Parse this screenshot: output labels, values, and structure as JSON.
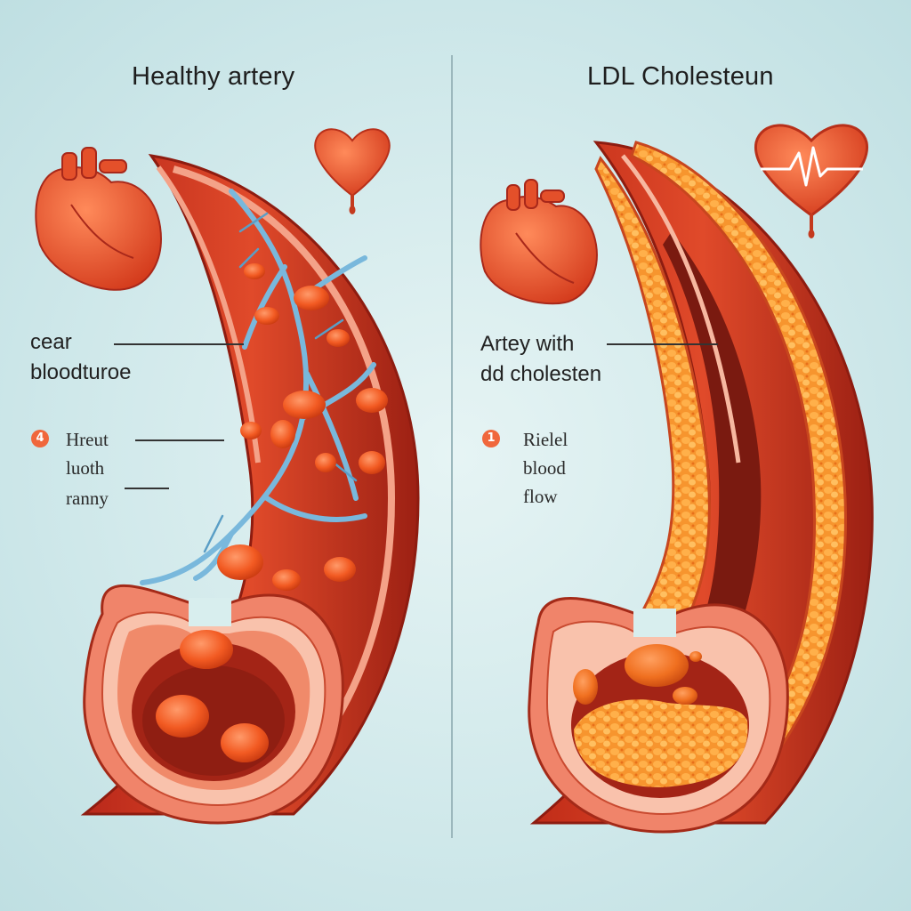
{
  "left": {
    "title": "Healthy artery",
    "label_main_1": "cear",
    "label_main_2": "bloodturoe",
    "label_small_num": "4",
    "label_small_1": "Hreut",
    "label_small_2": "luoth",
    "label_small_3": "ranny"
  },
  "right": {
    "title": "LDL Cholesteun",
    "label_main_1": "Artey with",
    "label_main_2": "dd cholesten",
    "label_small_num": "1",
    "label_small_1": "Rielel",
    "label_small_2": "blood",
    "label_small_3": "flow"
  },
  "colors": {
    "artery_outer": "#c8321c",
    "artery_wall": "#f08a6a",
    "artery_inner": "#a8281a",
    "cell": "#f05a25",
    "plaque": "#f7943a",
    "vein": "#6fb3d8",
    "background": "#d8eeee"
  }
}
